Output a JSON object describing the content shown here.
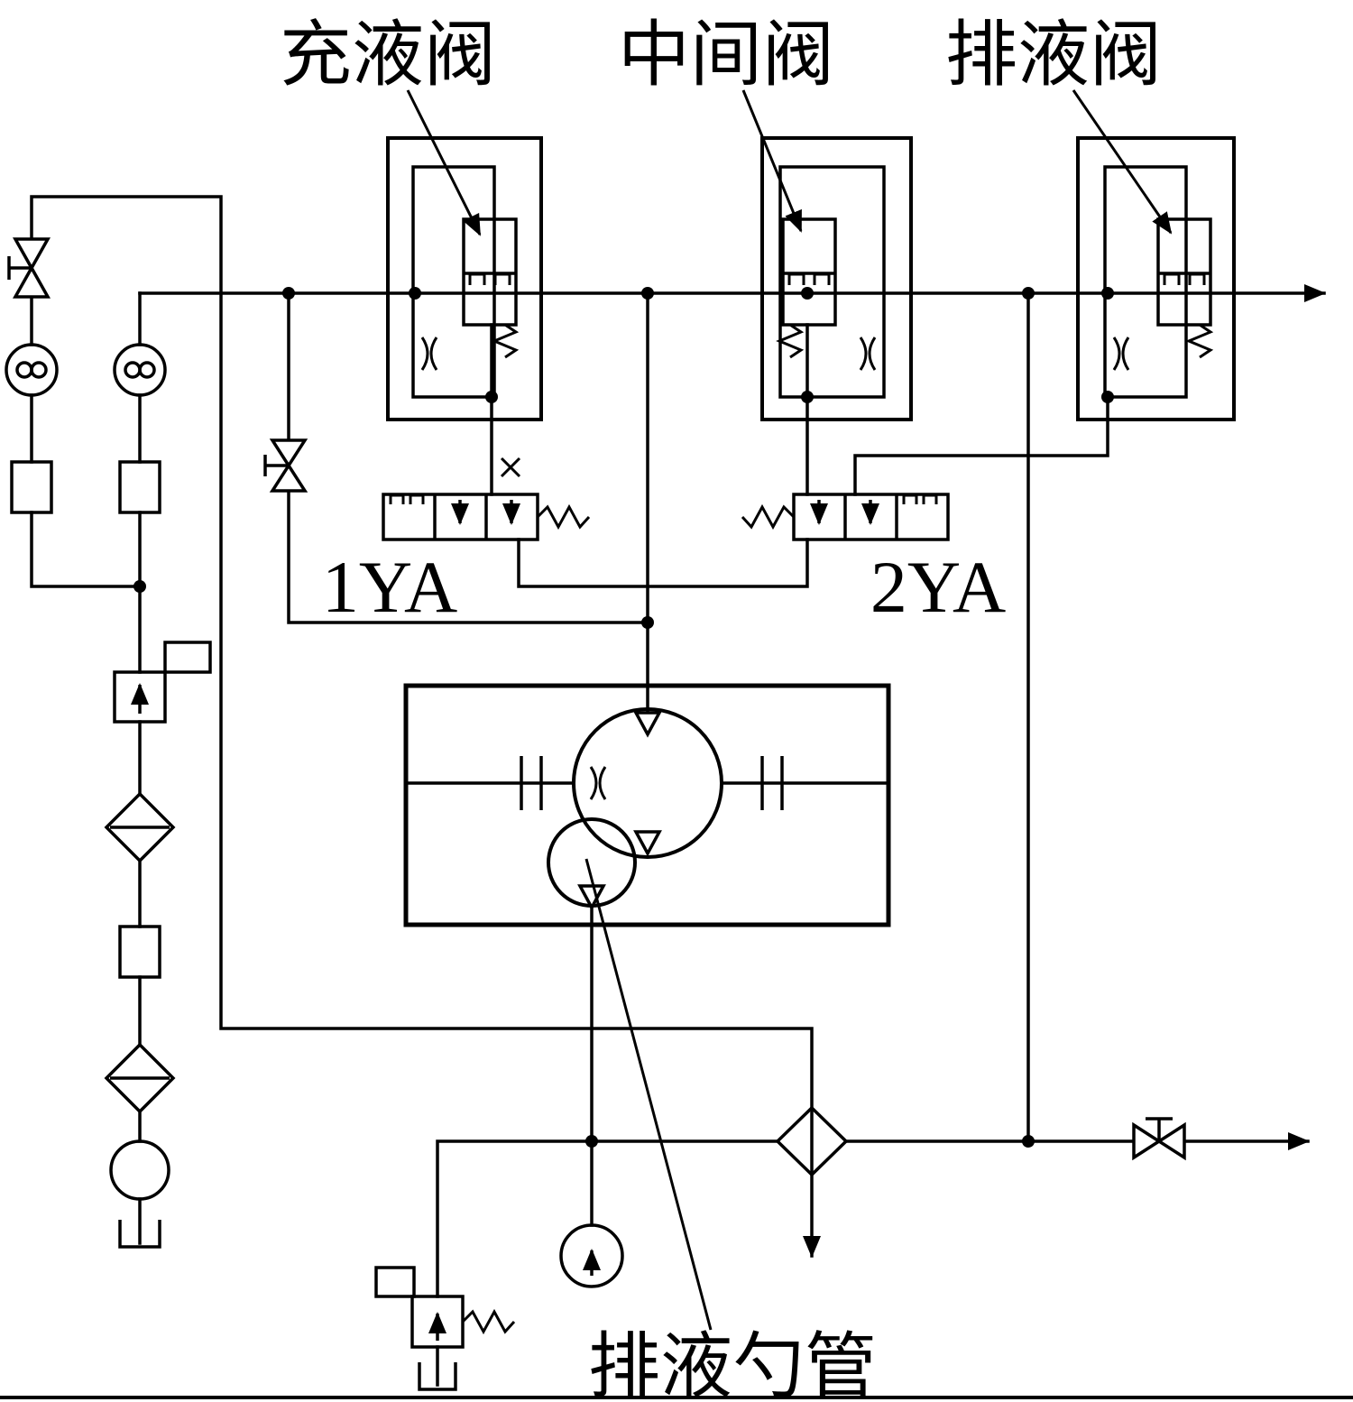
{
  "diagram": {
    "title": "hydraulic-valve-circuit",
    "labels": {
      "filling_valve": "充液阀",
      "middle_valve": "中间阀",
      "drain_valve": "排液阀",
      "solenoid_1": "1YA",
      "solenoid_2": "2YA",
      "scoop_tube": "排液勺管"
    },
    "colors": {
      "line": "#000000",
      "background": "#ffffff"
    }
  }
}
